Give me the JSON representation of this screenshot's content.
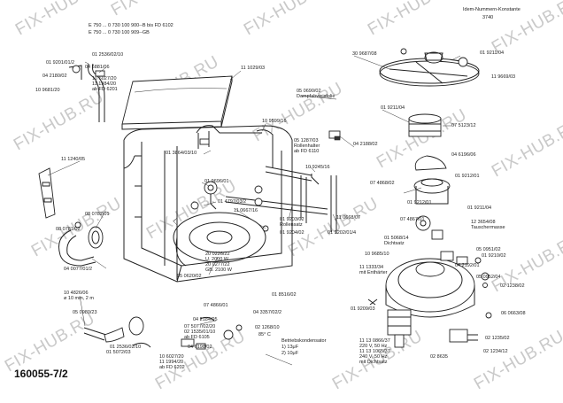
{
  "watermark_text": "FIX-HUB.RU",
  "footer_code": "160055-7/2",
  "header": {
    "ident_title": "Idem-Nummern-Konstante",
    "ident_value": "3740",
    "model_line_1": "E 750 ... 0 730 100 900--B bis FD 6102",
    "model_line_2": "E 750 ... 0 730 100 909--GB"
  },
  "labels": {
    "l01": "01 2536/02/10",
    "l02": "01 9201/01/2",
    "l03": "04 5881/06",
    "l04": "04 2180/02",
    "l05": "10 6027/20",
    "l06": "11 1984/20",
    "l07": "ab FD 6201",
    "l08": "10 9681/20",
    "l09": "11 1029/03",
    "l10": "30 9687/08",
    "l11": "01 9211/04",
    "l12": "11 9669/03",
    "l13": "05 0690/02",
    "l14": "Dampfabweisfolie",
    "l15": "10 9599/16",
    "l16": "01 9211/04",
    "l17": "07 5123/12",
    "l18": "05 1287/03",
    "l19": "Rollenhalter",
    "l20": "ab FD 6110",
    "l21": "04 2188/02",
    "l22": "01 3864/03/10",
    "l23": "04 6196/06",
    "l24": "10 9245/16",
    "l25": "11 1240/05",
    "l26": "01 9696/01",
    "l27": "07 4868/02",
    "l28": "01 9212/01",
    "l29": "01 4797/03/2",
    "l30": "11 0667/16",
    "l31": "01 9212/01",
    "l32": "01 9211/04",
    "l33": "08 0782/01",
    "l34": "08 0781/02",
    "l35": "01 9203/02",
    "l36": "Rollensatz",
    "l37": "11 0668/07",
    "l38": "07 4867/01",
    "l39": "12 3654/08",
    "l40": "Tauschermasse",
    "l41": "01 9204/02",
    "l42": "01 9202/01/4",
    "l43": "01 5068/14",
    "l44": "Dichtsatz",
    "l45": "05 0951/02",
    "l46": "10 9685/10",
    "l47": "01 9210/02",
    "l48": "04 0077/01/2",
    "l49": "20 0226/22",
    "l50": "U.  2000 W",
    "l51": "20 0277/22",
    "l52": "GB.  2100 W",
    "l53": "04 2192/01",
    "l54": "05 0620/02",
    "l55": "11 1333/34",
    "l56": "mit Enthärter",
    "l57": "05 0952/04",
    "l58": "02 1238/02",
    "l59": "10 4826/06",
    "l60": "ø 10 mm,  2 m",
    "l61": "01 8516/02",
    "l62": "05 0980/23",
    "l63": "01 9209/03",
    "l64": "06 0663/08",
    "l65": "07 4866/01",
    "l66": "04 2184/05",
    "l67": "04 3357/02/2",
    "l68": "07 5077/02/20",
    "l69": "02 1268/10",
    "l70": "85° C",
    "l71": "02 1535/01/10",
    "l72": "ab FD 6105",
    "l73": "04 6198/02",
    "l74": "11 13 0866/37",
    "l75": "220 V, 50 Hz",
    "l76": "11 13 1065/37",
    "l77": "240 V, 50 Hz",
    "l78": "mit Dichtsatz",
    "l79": "02 1235/02",
    "l80": "02 1234/12",
    "l81": "01 2536/02/10",
    "l82": "01 5072/03",
    "l83": "10 6027/20",
    "l84": "11 1994/20",
    "l85": "ab FD 6202",
    "l86": "Betriebskondensator",
    "l87": "1) 13μF",
    "l88": "2) 10μF",
    "l89": "02 8635"
  }
}
